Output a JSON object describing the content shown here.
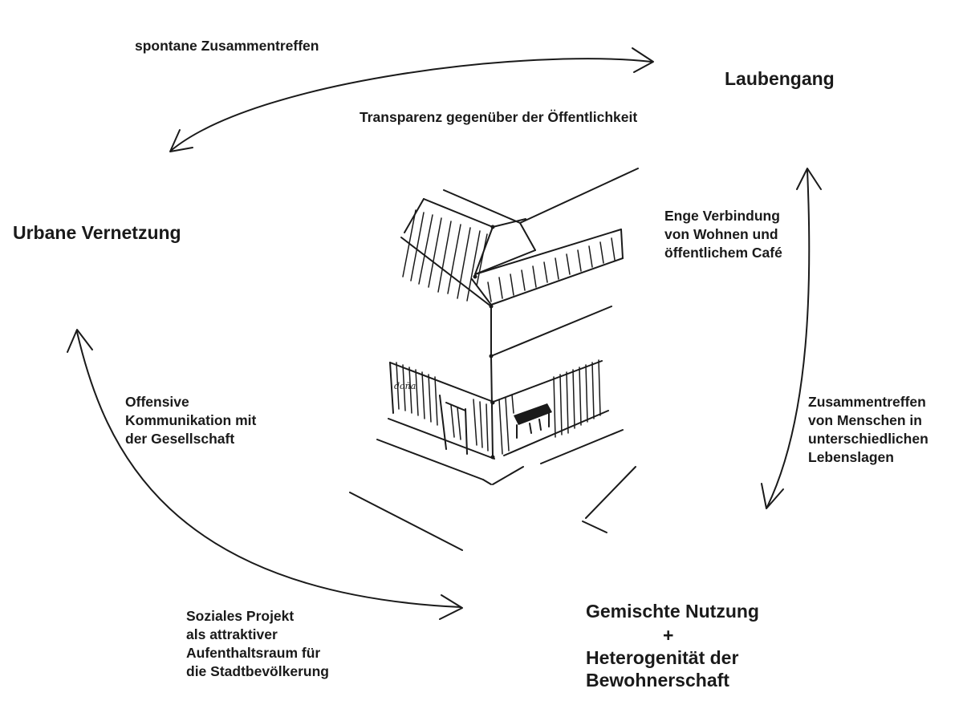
{
  "labels": {
    "spontan": "spontane Zusammentreffen",
    "laubengang": "Laubengang",
    "transparenz": "Transparenz gegenüber der Öffentlichkeit",
    "urban": "Urbane Vernetzung",
    "enge": "Enge Verbindung\nvon Wohnen und\nöffentlichem Café",
    "offensive": "Offensive\nKommunikation mit\nder Gesellschaft",
    "zusammen": "Zusammentreffen\nvon Menschen in\nunterschiedlichen\nLebenslagen",
    "sozial": "Soziales Projekt\nals attraktiver\nAufenthaltsraum für\ndie Stadtbevölkerung",
    "gemischt": "Gemischte Nutzung",
    "plus": "+",
    "hetero": "Heterogenität der\nBewohnerschaft",
    "logo": "doña"
  },
  "colors": {
    "ink": "#1a1a1a",
    "background": "#ffffff"
  }
}
